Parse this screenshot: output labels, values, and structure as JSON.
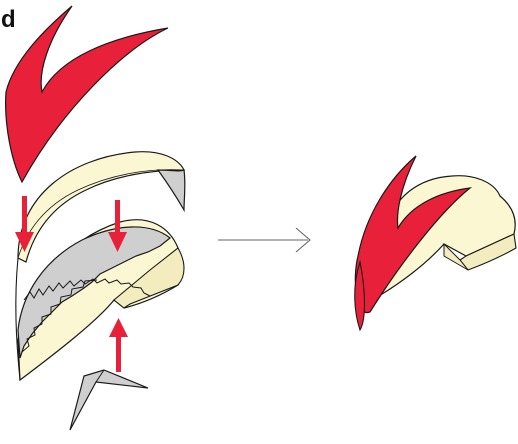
{
  "figure": {
    "corner_label": "d"
  },
  "colors": {
    "red": "#e8203a",
    "cream": "#fbf7d2",
    "grey": "#cfcfcf",
    "outline": "#1a1a1a",
    "arrow_grey": "#666666"
  },
  "components": [
    "red-crest-piece",
    "cream-cap-piece",
    "grey-serrated-mold",
    "cream-base-block",
    "grey-spike-piece"
  ],
  "assembly_arrows": [
    "down",
    "down",
    "up"
  ]
}
